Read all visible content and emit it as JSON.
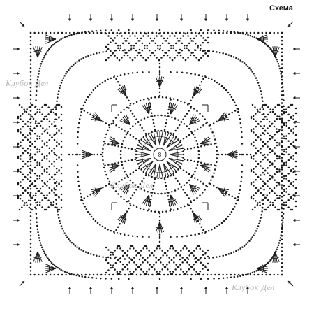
{
  "diagram": {
    "title": "Схема",
    "center_label": "8",
    "watermark": "Клубок Дел",
    "colors": {
      "ink": "#1a1a1a",
      "watermark": "#b9b9b9",
      "background": "#ffffff"
    }
  }
}
